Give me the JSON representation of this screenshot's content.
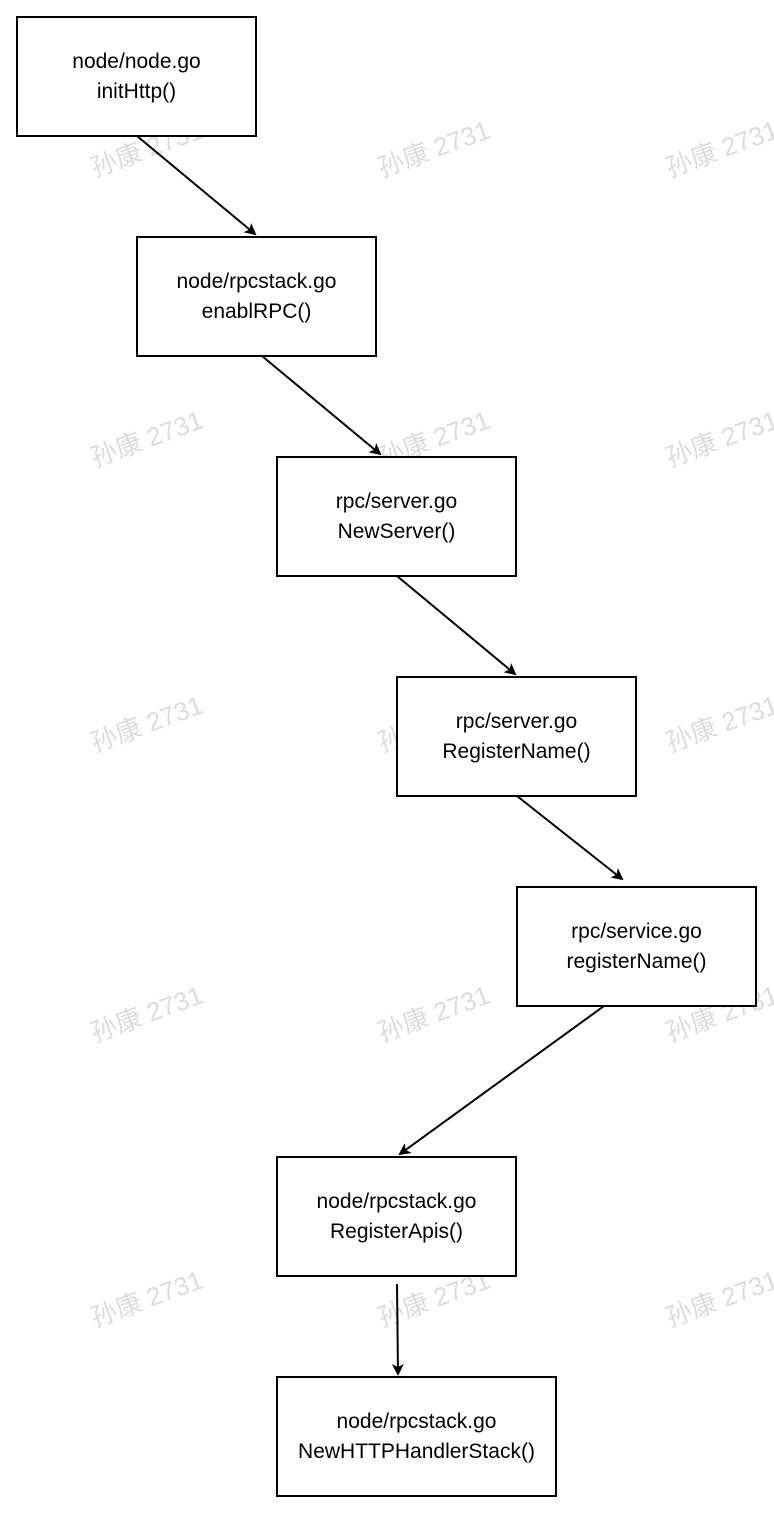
{
  "watermark": "孙康 2731",
  "colors": {
    "stroke": "#000000",
    "background": "#ffffff",
    "watermark": "#dcdcdc"
  },
  "nodes": [
    {
      "file": "node/node.go",
      "func": "initHttp()"
    },
    {
      "file": "node/rpcstack.go",
      "func": "enablRPC()"
    },
    {
      "file": "rpc/server.go",
      "func": "NewServer()"
    },
    {
      "file": "rpc/server.go",
      "func": "RegisterName()"
    },
    {
      "file": "rpc/service.go",
      "func": "registerName()"
    },
    {
      "file": "node/rpcstack.go",
      "func": "RegisterApis()"
    },
    {
      "file": "node/rpcstack.go",
      "func": "NewHTTPHandlerStack()"
    }
  ]
}
